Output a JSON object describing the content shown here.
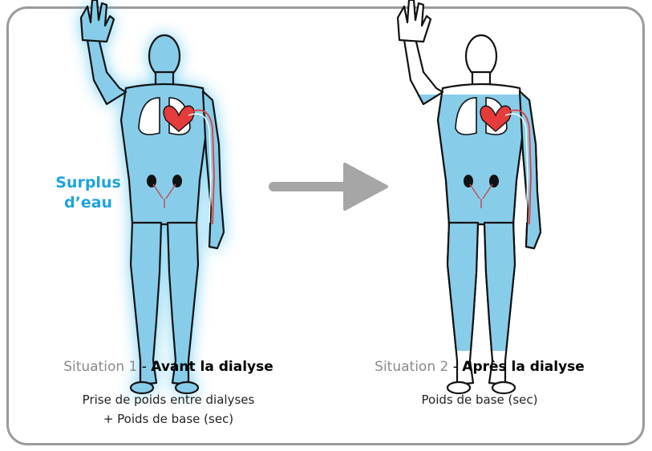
{
  "surplus_label_line1": "Surplus",
  "surplus_label_line2": "d’eau",
  "situation1": {
    "label": "Situation 1",
    "separator": " - ",
    "title": "Avant la dialyse",
    "description_line1": "Prise de poids entre dialyses",
    "description_line2": "+ Poids de base (sec)"
  },
  "situation2": {
    "label": "Situation 2",
    "separator": " - ",
    "title": "Après la dialyse",
    "description_line1": "Poids de base (sec)"
  },
  "colors": {
    "water": "#87cdea",
    "glow": "#4fc3ef",
    "accent_text": "#1fa3db",
    "heart": "#e63b3b",
    "arrow": "#a6a6a6",
    "frame": "#9a9a9a"
  }
}
